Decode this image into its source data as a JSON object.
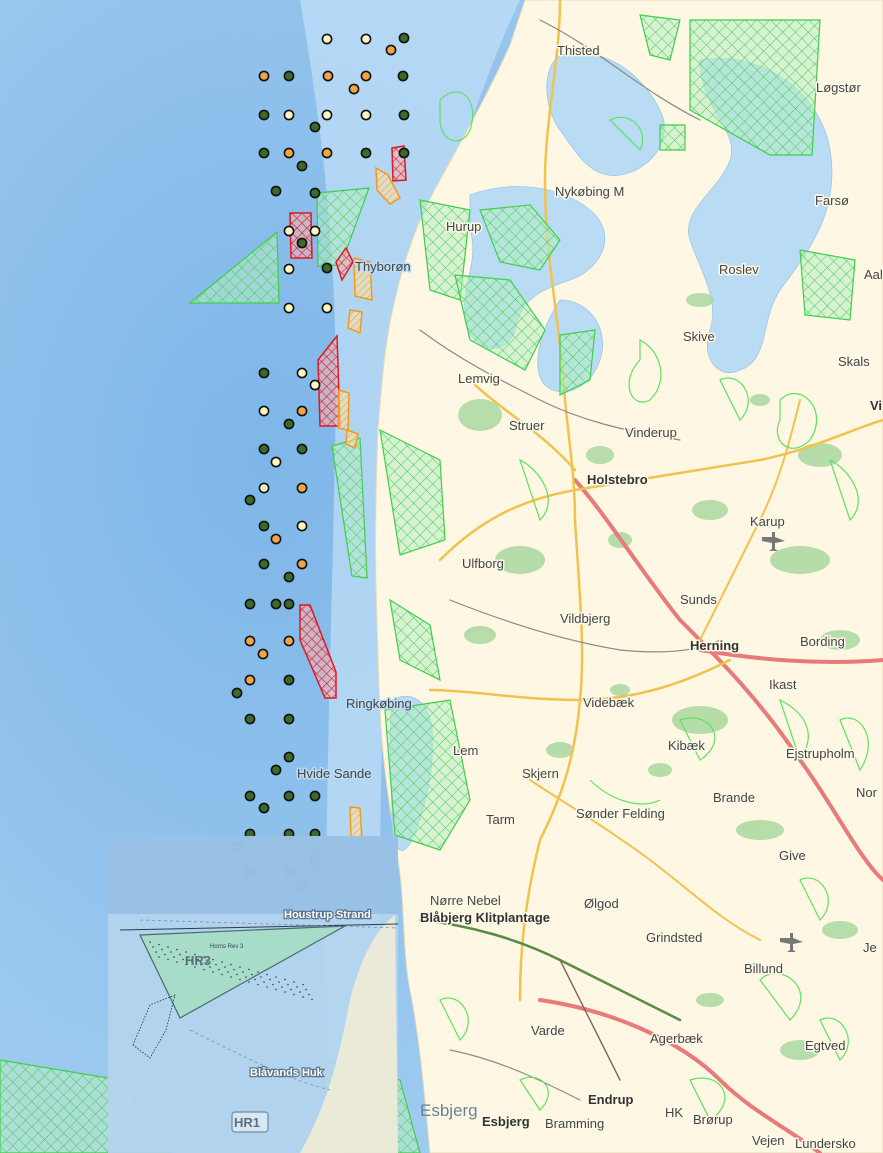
{
  "map": {
    "colors": {
      "sea": "#9cc9f0",
      "land": "#fdf7e3",
      "protected_green": "#59e35f",
      "site_red": "#e3202c",
      "site_orange": "#f5a623",
      "turbine_dark": "#3b6a2a",
      "turbine_orange": "#f0a445",
      "turbine_light": "#fdf6bf",
      "inset_sea": "#b7d6ee"
    },
    "places": [
      {
        "id": "thisted",
        "label": "Thisted"
      },
      {
        "id": "logstor",
        "label": "Løgstør"
      },
      {
        "id": "nykobing",
        "label": "Nykøbing M"
      },
      {
        "id": "farso",
        "label": "Farsø"
      },
      {
        "id": "hurup",
        "label": "Hurup"
      },
      {
        "id": "thyboron",
        "label": "Thyborøn"
      },
      {
        "id": "roslev",
        "label": "Roslev"
      },
      {
        "id": "aal",
        "label": "Aal"
      },
      {
        "id": "skive",
        "label": "Skive"
      },
      {
        "id": "skals",
        "label": "Skals"
      },
      {
        "id": "lemvig",
        "label": "Lemvig"
      },
      {
        "id": "vi",
        "label": "Vi"
      },
      {
        "id": "struer",
        "label": "Struer"
      },
      {
        "id": "vinderup",
        "label": "Vinderup"
      },
      {
        "id": "holstebro",
        "label": "Holstebro"
      },
      {
        "id": "karup",
        "label": "Karup"
      },
      {
        "id": "ulfborg",
        "label": "Ulfborg"
      },
      {
        "id": "sunds",
        "label": "Sunds"
      },
      {
        "id": "vildbjerg",
        "label": "Vildbjerg"
      },
      {
        "id": "herning",
        "label": "Herning"
      },
      {
        "id": "bording",
        "label": "Bording"
      },
      {
        "id": "ikast",
        "label": "Ikast"
      },
      {
        "id": "ringkobing",
        "label": "Ringkøbing"
      },
      {
        "id": "videbaek",
        "label": "Videbæk"
      },
      {
        "id": "lem",
        "label": "Lem"
      },
      {
        "id": "kibaek",
        "label": "Kibæk"
      },
      {
        "id": "ejstrupholm",
        "label": "Ejstrupholm"
      },
      {
        "id": "hvidesande",
        "label": "Hvide Sande"
      },
      {
        "id": "skjern",
        "label": "Skjern"
      },
      {
        "id": "brande",
        "label": "Brande"
      },
      {
        "id": "nor",
        "label": "Nor"
      },
      {
        "id": "tarm",
        "label": "Tarm"
      },
      {
        "id": "sonderfelding",
        "label": "Sønder Felding"
      },
      {
        "id": "give",
        "label": "Give"
      },
      {
        "id": "norrenebel",
        "label": "Nørre Nebel"
      },
      {
        "id": "olgod",
        "label": "Ølgod"
      },
      {
        "id": "houstrup",
        "label": "Houstrup Strand"
      },
      {
        "id": "blabjerg",
        "label": "Blåbjerg Klitplantage"
      },
      {
        "id": "grindsted",
        "label": "Grindsted"
      },
      {
        "id": "je",
        "label": "Je"
      },
      {
        "id": "billund",
        "label": "Billund"
      },
      {
        "id": "varde",
        "label": "Varde"
      },
      {
        "id": "agerbaek",
        "label": "Agerbæk"
      },
      {
        "id": "egtved",
        "label": "Egtved"
      },
      {
        "id": "blavandshuk",
        "label": "Blåvands Huk"
      },
      {
        "id": "endrup",
        "label": "Endrup"
      },
      {
        "id": "esbjerg_big",
        "label": "Esbjerg"
      },
      {
        "id": "esbjerg",
        "label": "Esbjerg"
      },
      {
        "id": "bramming",
        "label": "Bramming"
      },
      {
        "id": "hk",
        "label": "HK"
      },
      {
        "id": "brorup",
        "label": "Brørup"
      },
      {
        "id": "vejen",
        "label": "Vejen"
      },
      {
        "id": "lunderskov",
        "label": "Lundersko"
      }
    ],
    "inset": {
      "hr3_label": "HR3",
      "hr1_label": "HR1",
      "hr3_small_label": "Horns Rev 3"
    }
  }
}
